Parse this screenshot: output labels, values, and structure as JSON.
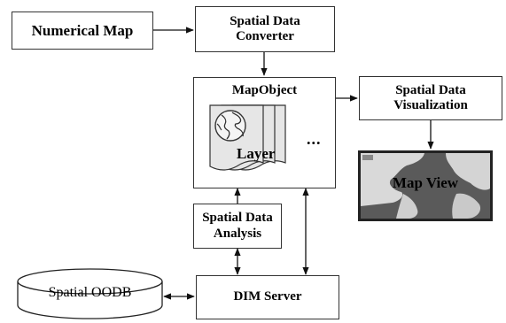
{
  "diagram": {
    "numerical_map": "Numerical Map",
    "converter_line1": "Spatial Data",
    "converter_line2": "Converter",
    "mapobject_title": "MapObject",
    "layer_label": "Layer",
    "ellipsis": "...",
    "visualization_line1": "Spatial Data",
    "visualization_line2": "Visualization",
    "map_view": "Map View",
    "analysis_line1": "Spatial Data",
    "analysis_line2": "Analysis",
    "dim_server": "DIM Server",
    "spatial_oodb": "Spatial OODB"
  },
  "icons": {
    "layer_document": "document-globe-icon",
    "map_view_image": "world-map-image"
  }
}
